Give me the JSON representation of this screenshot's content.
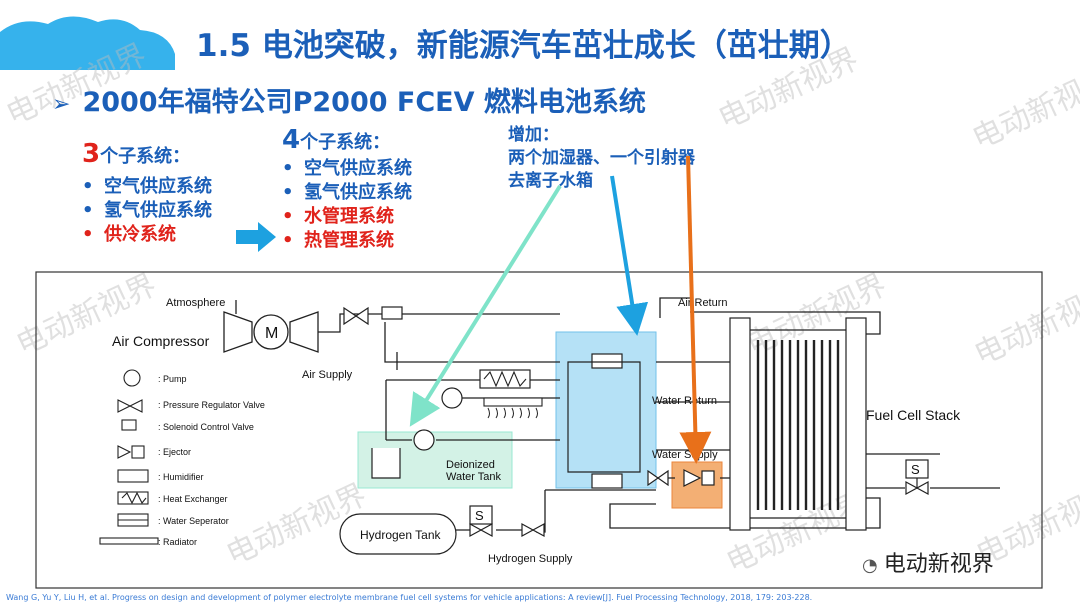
{
  "title": "1.5 电池突破，新能源汽车茁壮成长（茁壮期）",
  "subtitle": "2000年福特公司P2000 FCEV 燃料电池系统",
  "left_group": {
    "count": "3",
    "heading": "个子系统：",
    "items": [
      "空气供应系统",
      "氢气供应系统",
      "供冷系统"
    ]
  },
  "right_group": {
    "count": "4",
    "heading": "个子系统：",
    "items": [
      "空气供应系统",
      "氢气供应系统",
      "水管理系统",
      "热管理系统"
    ]
  },
  "added_note": {
    "line1": "增加：",
    "line2": "两个加湿器、一个引射器",
    "line3": "去离子水箱"
  },
  "diagram": {
    "atmosphere": "Atmosphere",
    "air_compressor": "Air Compressor",
    "motor": "M",
    "air_supply": "Air Supply",
    "air_return": "Air Return",
    "water_return": "Water Return",
    "water_supply": "Water Supply",
    "fuel_cell_stack": "Fuel Cell Stack",
    "deionized_line1": "Deionized",
    "deionized_line2": "Water Tank",
    "hydrogen_tank": "Hydrogen Tank",
    "hydrogen_supply": "Hydrogen Supply",
    "solenoid_letter": "S",
    "legend": [
      {
        "symbol": "pump",
        "label": ": Pump"
      },
      {
        "symbol": "pressure-regulator-valve",
        "label": ": Pressure Regulator Valve"
      },
      {
        "symbol": "solenoid-control-valve",
        "label": ": Solenoid Control Valve"
      },
      {
        "symbol": "ejector",
        "label": ": Ejector"
      },
      {
        "symbol": "humidifier",
        "label": ": Humidifier"
      },
      {
        "symbol": "heat-exchanger",
        "label": ": Heat Exchanger"
      },
      {
        "symbol": "water-separator",
        "label": ": Water Seperator"
      },
      {
        "symbol": "radiator",
        "label": ": Radiator"
      }
    ]
  },
  "citation": "Wang G, Yu Y, Liu H, et al. Progress on design and development of polymer electrolyte membrane fuel cell systems for vehicle applications: A review[J]. Fuel Processing Technology, 2018, 179: 203-228.",
  "brand": "电动新视界",
  "watermark": "电动新视界",
  "colors": {
    "title_blue": "#1b5fb8",
    "highlight_red": "#e0231b",
    "teal_arrow": "#7fe3c9",
    "blue_arrow": "#1da1e0",
    "orange_arrow": "#e8701a",
    "humidifier_box": "#a9dcf5",
    "ejector_box": "#f2a25c",
    "tank_box": "#c9f0e1"
  }
}
